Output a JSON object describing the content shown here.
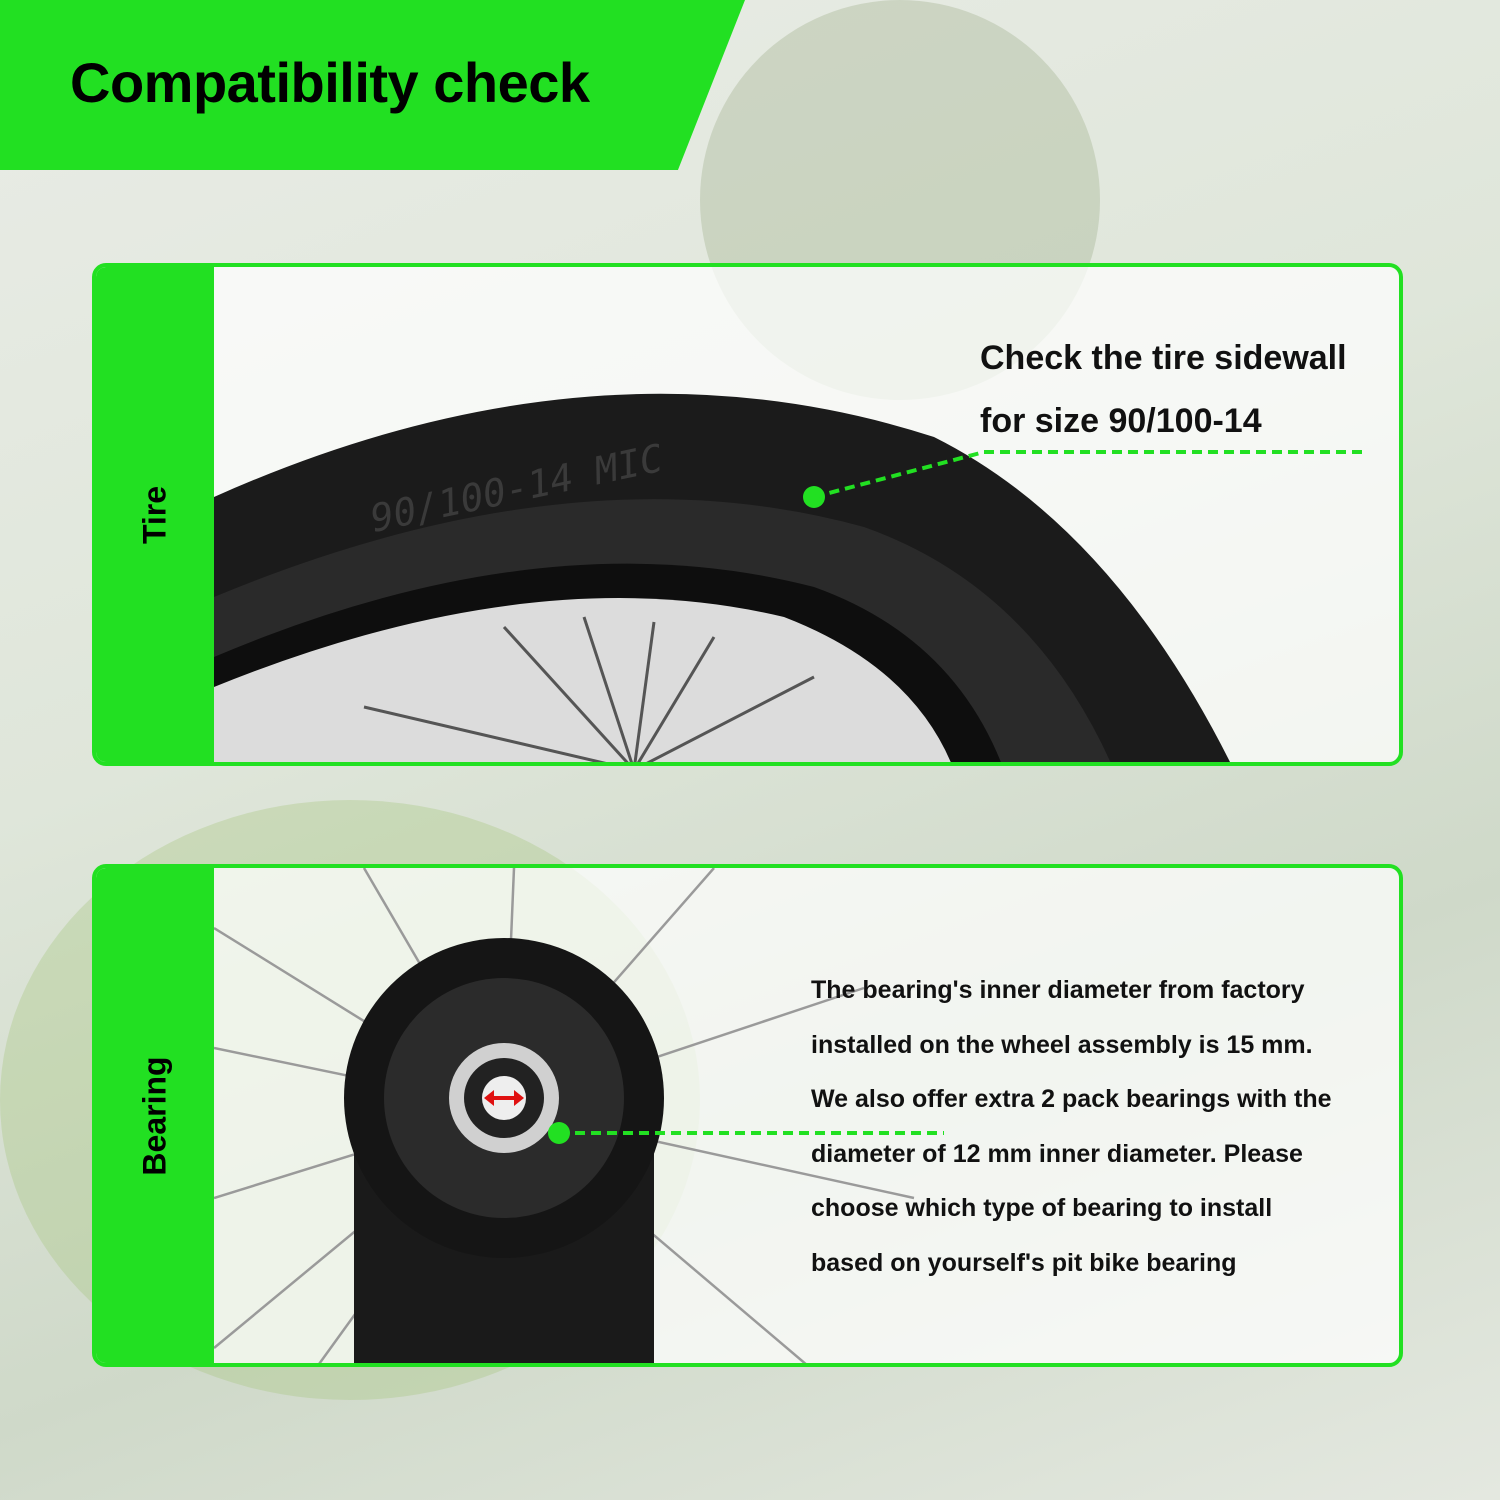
{
  "header": {
    "title": "Compatibility check"
  },
  "tire": {
    "label": "Tire",
    "lines": [
      "Check the tire sidewall",
      "for size 90/100-14"
    ],
    "sidewall_marking": "90/100-14 MIC"
  },
  "bearing": {
    "label": "Bearing",
    "lines": [
      "The bearing's inner diameter from factory",
      "installed on the wheel assembly is 15 mm.",
      "We also offer extra 2 pack bearings with the",
      "diameter of 12 mm inner diameter. Please",
      "choose which type of bearing to install",
      "based on yourself's pit bike bearing"
    ]
  },
  "colors": {
    "accent": "#22e022",
    "indicator_arrow": "#e01010"
  }
}
